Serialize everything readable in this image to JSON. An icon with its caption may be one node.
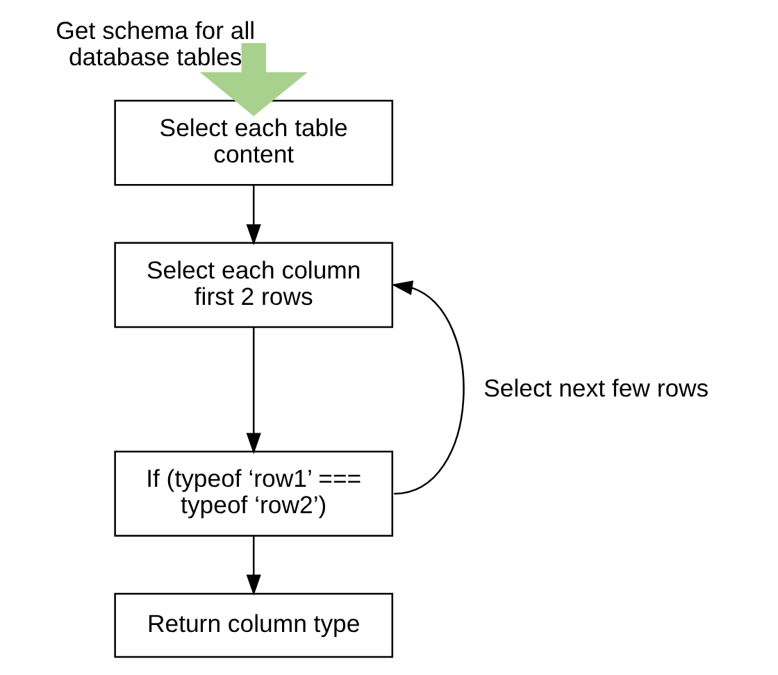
{
  "diagram": {
    "nodes": [
      {
        "text": [
          "Select each table content"
        ]
      },
      {
        "text": [
          "Select each column first 2 rows"
        ]
      },
      {
        "text": [
          "If (typeof ‘row1’ === typeof ‘row2’)"
        ]
      },
      {
        "text": [
          "Return column type"
        ]
      }
    ],
    "edges": [
      {
        "from": null,
        "to": 0,
        "arrow": "to",
        "label": "Get schema for all database tables",
        "style": "thick",
        "color": "#a9d18e"
      },
      {
        "from": 0,
        "to": 1,
        "arrow": "to"
      },
      {
        "from": 1,
        "to": 2,
        "arrow": "to"
      },
      {
        "from": 2,
        "to": 1,
        "arrow": "to",
        "label": "Select next few rows"
      },
      {
        "from": 2,
        "to": 3,
        "arrow": "to"
      }
    ]
  }
}
